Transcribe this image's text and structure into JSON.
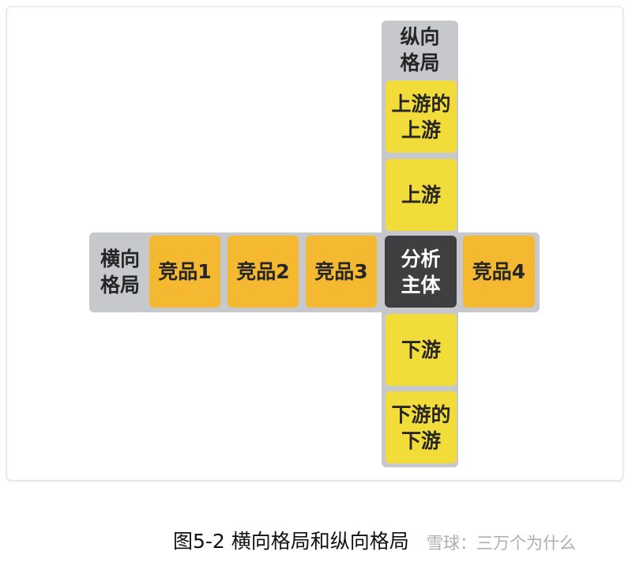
{
  "diagram": {
    "vertical_label": [
      "纵向",
      "格局"
    ],
    "upstream_of_upstream": [
      "上游的",
      "上游"
    ],
    "upstream": [
      "上游"
    ],
    "horizontal_label": [
      "横向",
      "格局"
    ],
    "competitors": [
      "竞品1",
      "竞品2",
      "竞品3",
      "竞品4"
    ],
    "subject": [
      "分析",
      "主体"
    ],
    "downstream": [
      "下游"
    ],
    "downstream_of_downstream": [
      "下游的",
      "下游"
    ]
  },
  "caption": "图5-2 横向格局和纵向格局",
  "watermark": "雪球：三万个为什么",
  "colors": {
    "strip_gray": "#c6c8cb",
    "vertical_yellow": "#f2dc3a",
    "horizontal_orange": "#f4b930",
    "subject_dark": "#3f3f41"
  }
}
